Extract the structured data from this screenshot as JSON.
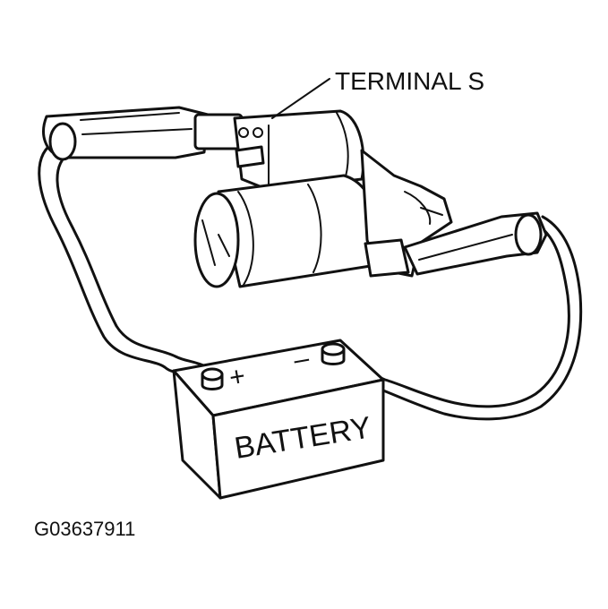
{
  "labels": {
    "terminal": "TERMINAL S",
    "battery": "BATTERY",
    "plus": "+",
    "minus": "–",
    "figure_code": "G03637911"
  },
  "icons": {
    "starter": "starter-motor-icon",
    "battery": "car-battery-icon"
  },
  "colors": {
    "ink": "#111111",
    "paper": "#ffffff"
  }
}
